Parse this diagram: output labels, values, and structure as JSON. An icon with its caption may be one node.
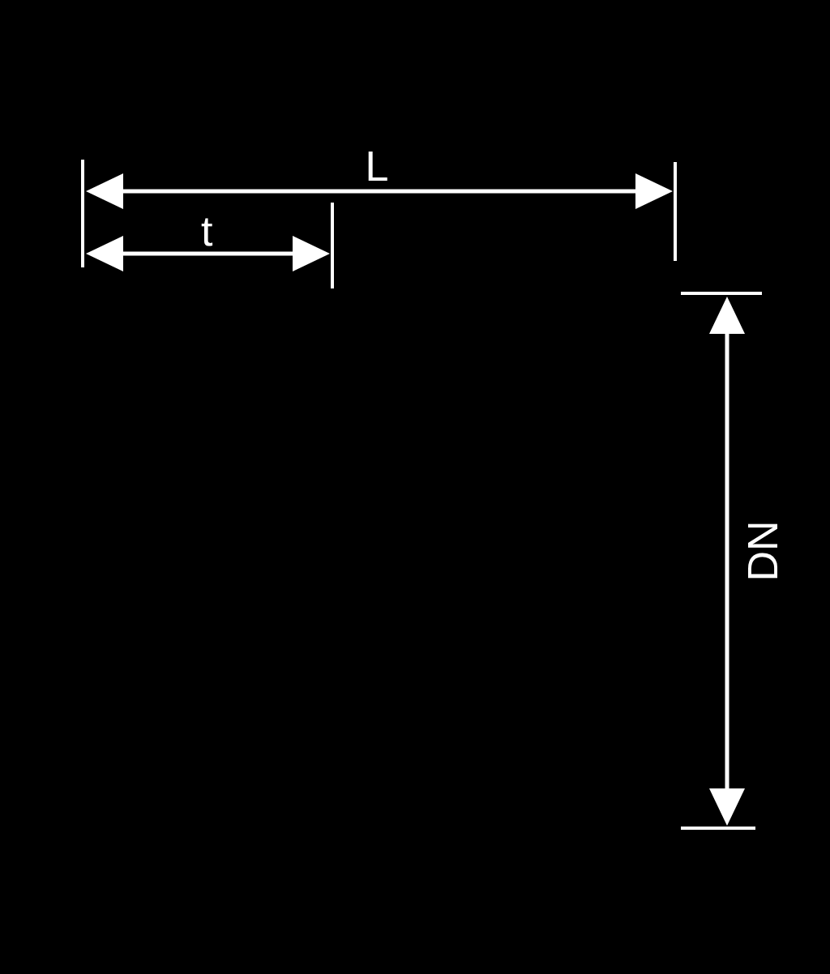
{
  "diagram": {
    "labels": [
      "L",
      "t",
      "DN"
    ]
  }
}
